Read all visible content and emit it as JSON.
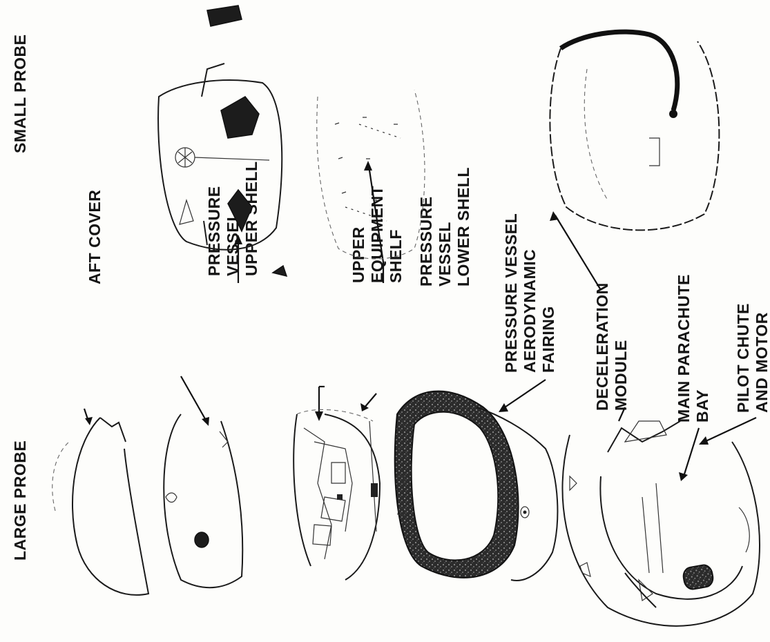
{
  "figure": {
    "large_probe_label": "LARGE PROBE",
    "small_probe_label": "SMALL PROBE",
    "parts": {
      "aft_cover": "AFT COVER",
      "pv_upper_shell": [
        "PRESSURE",
        "VESSEL",
        "UPPER SHELL"
      ],
      "upper_equipment_shelf": [
        "UPPER",
        "EQUIPMENT",
        "SHELF"
      ],
      "pv_lower_shell": [
        "PRESSURE",
        "VESSEL",
        "LOWER SHELL"
      ],
      "pv_aero_fairing": [
        "PRESSURE VESSEL",
        "AERODYNAMIC",
        "FAIRING"
      ],
      "deceleration_module": [
        "DECELERATION",
        "MODULE"
      ],
      "main_parachute_bay": [
        "MAIN PARACHUTE",
        "BAY"
      ],
      "pilot_chute_motor": [
        "PILOT CHUTE",
        "AND MOTOR"
      ]
    }
  }
}
